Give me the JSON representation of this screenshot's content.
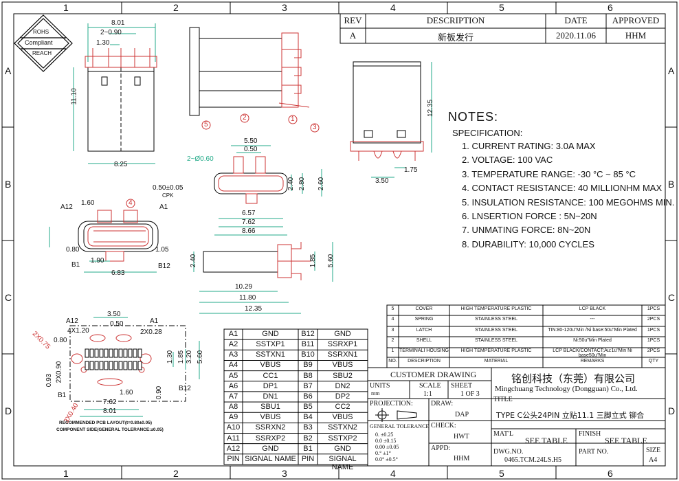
{
  "frame": {
    "col_labels": [
      "1",
      "2",
      "3",
      "4",
      "5",
      "6"
    ],
    "row_labels": [
      "A",
      "B",
      "C",
      "D"
    ]
  },
  "rohs": {
    "line1": "ROHS",
    "line2": "Compliant",
    "line3": "REACH"
  },
  "revision": {
    "headers": {
      "rev": "REV",
      "description": "DESCRIPTION",
      "date": "DATE",
      "approved": "APPROVED"
    },
    "row": {
      "rev": "A",
      "description": "新板发行",
      "date": "2020.11.06",
      "approved": "HHM"
    }
  },
  "notes": {
    "title": "NOTES:",
    "spec_title": "SPECIFICATION:",
    "items": [
      "1. CURRENT RATING: 3.0A MAX",
      "2. VOLTAGE: 100 VAC",
      "3. TEMPERATURE RANGE: -30 °C ~ 85 °C",
      "4. CONTACT RESISTANCE: 40 MILLIONHM MAX",
      "5. INSULATION RESISTANCE: 100 MEGOHMS MIN.",
      "6. LNSERTION FORCE : 5N~20N",
      "7. UNMATING FORCE: 8N~20N",
      "8. DURABILITY:  10,000 CYCLES"
    ]
  },
  "bom": {
    "rows": [
      [
        "5",
        "COVER",
        "HIGH TEMPERATURE PLASTIC",
        "LCP BLACK",
        "1PCS"
      ],
      [
        "4",
        "SPRING",
        "STAINLESS STEEL",
        "---",
        "2PCS"
      ],
      [
        "3",
        "LATCH",
        "STAINLESS STEEL",
        "TIN:80-120u\"Min /Ni base:50u\"Min Plated",
        "1PCS"
      ],
      [
        "2",
        "SHELL",
        "STAINLESS STEEL",
        "Ni:50u\"Min Plated",
        "1PCS"
      ],
      [
        "1",
        "TERMINALI HOUSING",
        "HIGH TEMPERATURE PLASTIC",
        "LCP BLACK/CONTACT:Au:1u\"Min Ni base50u\"Min",
        "2PCS"
      ]
    ],
    "header": [
      "NO.",
      "DESCRIPTION",
      "MATERIAL",
      "REMARKS",
      "QTY"
    ]
  },
  "pins": {
    "header": [
      "PIN",
      "SIGNAL NAME",
      "PIN",
      "SIGNAL NAME"
    ],
    "rows": [
      [
        "A1",
        "GND",
        "B12",
        "GND"
      ],
      [
        "A2",
        "SSTXP1",
        "B11",
        "SSRXP1"
      ],
      [
        "A3",
        "SSTXN1",
        "B10",
        "SSRXN1"
      ],
      [
        "A4",
        "VBUS",
        "B9",
        "VBUS"
      ],
      [
        "A5",
        "CC1",
        "B8",
        "SBU2"
      ],
      [
        "A6",
        "DP1",
        "B7",
        "DN2"
      ],
      [
        "A7",
        "DN1",
        "B6",
        "DP2"
      ],
      [
        "A8",
        "SBU1",
        "B5",
        "CC2"
      ],
      [
        "A9",
        "VBUS",
        "B4",
        "VBUS"
      ],
      [
        "A10",
        "SSRXN2",
        "B3",
        "SSTXN2"
      ],
      [
        "A11",
        "SSRXP2",
        "B2",
        "SSTXP2"
      ],
      [
        "A12",
        "GND",
        "B1",
        "GND"
      ]
    ]
  },
  "title_block": {
    "customer_drawing": "CUSTOMER DRAWING",
    "units_label": "UNITS",
    "units": "mm",
    "scale_label": "SCALE",
    "scale": "1:1",
    "sheet_label": "SHEET",
    "sheet": "1 OF 3",
    "company_cn": "铭创科技（东莞）有限公司",
    "company_en": "Mingchuang Technology (Dongguan) Co., Ltd.",
    "projection_label": "PROJECTION:",
    "draw_label": "DRAW:",
    "draw": "DAP",
    "title_label": "TITLE",
    "title": "TYPE C公头24PIN 立贴11.1 三脚立式 铆合",
    "tolerance_label": "GENERAL  TOLERANCE",
    "tolerances": [
      "0.    ±0.25",
      "0.0   ±0.15",
      "0.00  ±0.05",
      "0.°   ±1°",
      "0.0°  ±0.5°"
    ],
    "check_label": "CHECK:",
    "check": "HWT",
    "material_label": "MAT'L",
    "material": "SEE TABLE",
    "finish_label": "FINISH",
    "finish": "SEE TABLE",
    "appd_label": "APPD:",
    "appd": "HHM",
    "dwg_label": "DWG.NO.",
    "dwg": "0465.TCM.24LS.H5",
    "part_label": "PART NO.",
    "part": "",
    "size_label": "SIZE",
    "size": "A4"
  },
  "pcb_notes": {
    "line1": "RECOMMENDED PCB LAYOUT(t=0.80±0.05)",
    "line2": "COMPONENT SIDE(GENERAL TOLERANCE:±0.05)"
  },
  "dims": {
    "top_left": [
      "8.01",
      "2~0.90",
      "1.30",
      "11.10",
      "8.25"
    ],
    "front": [
      "0.50±0.05",
      "CPK",
      "1.60",
      "A12",
      "A1",
      "B1",
      "B12",
      "0.80",
      "1.90",
      "6.83",
      "1.05"
    ],
    "front_center": [
      "2~Ø0.60",
      "5.50",
      "0.50",
      "2.40",
      "2.80",
      "2.60",
      "6.57",
      "7.62",
      "8.66"
    ],
    "side_bottom": [
      "2.40",
      "1.85",
      "5.60",
      "10.29",
      "11.80",
      "12.35"
    ],
    "right": [
      "12.35",
      "1.75",
      "3.50"
    ],
    "pcb": [
      "3.50",
      "0.50",
      "A12",
      "A1",
      "4X1.20",
      "2X0.28",
      "2X0.75",
      "0.80",
      "1.30",
      "1.85",
      "3.20",
      "5.60",
      "0.93",
      "2X0.90",
      "B1",
      "B12",
      "1.60",
      "0.90",
      "7.62",
      "8.01",
      "3X0.40"
    ]
  },
  "callouts": [
    "1",
    "2",
    "3",
    "4",
    "5"
  ]
}
